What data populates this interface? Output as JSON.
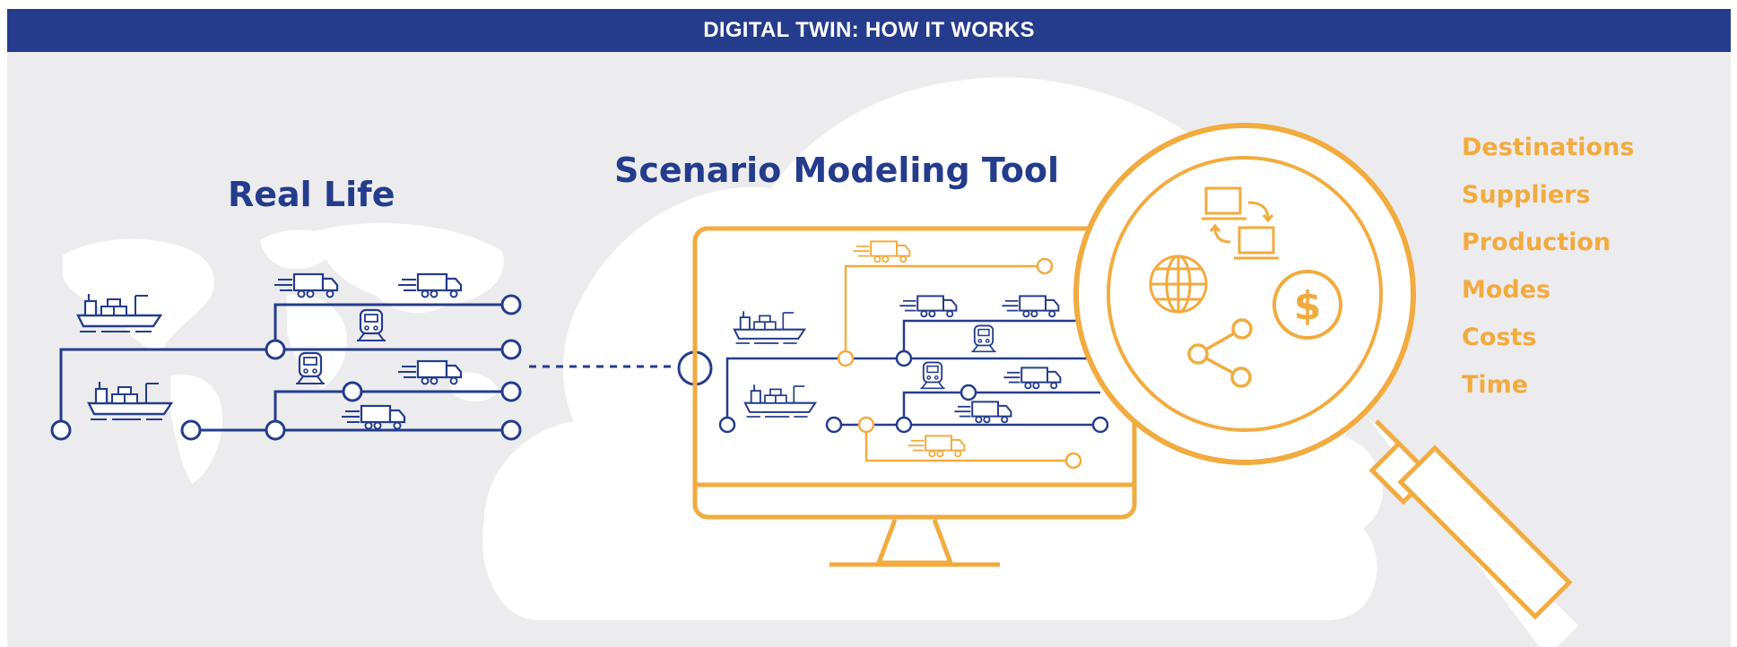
{
  "banner": {
    "title": "DIGITAL TWIN: HOW IT WORKS"
  },
  "real_life": {
    "heading": "Real Life"
  },
  "tool": {
    "heading": "Scenario Modeling Tool"
  },
  "factors": [
    "Destinations",
    "Suppliers",
    "Production",
    "Modes",
    "Costs",
    "Time"
  ],
  "colors": {
    "navy": "#253c8c",
    "orange": "#f2ab3f",
    "background": "#ececee",
    "cloud": "#ffffff"
  },
  "icons": [
    "ship-icon",
    "truck-icon",
    "train-icon",
    "computers-sync-icon",
    "globe-icon",
    "dollar-icon",
    "share-icon",
    "magnifier-icon",
    "monitor-icon",
    "cloud-shape",
    "world-map"
  ]
}
